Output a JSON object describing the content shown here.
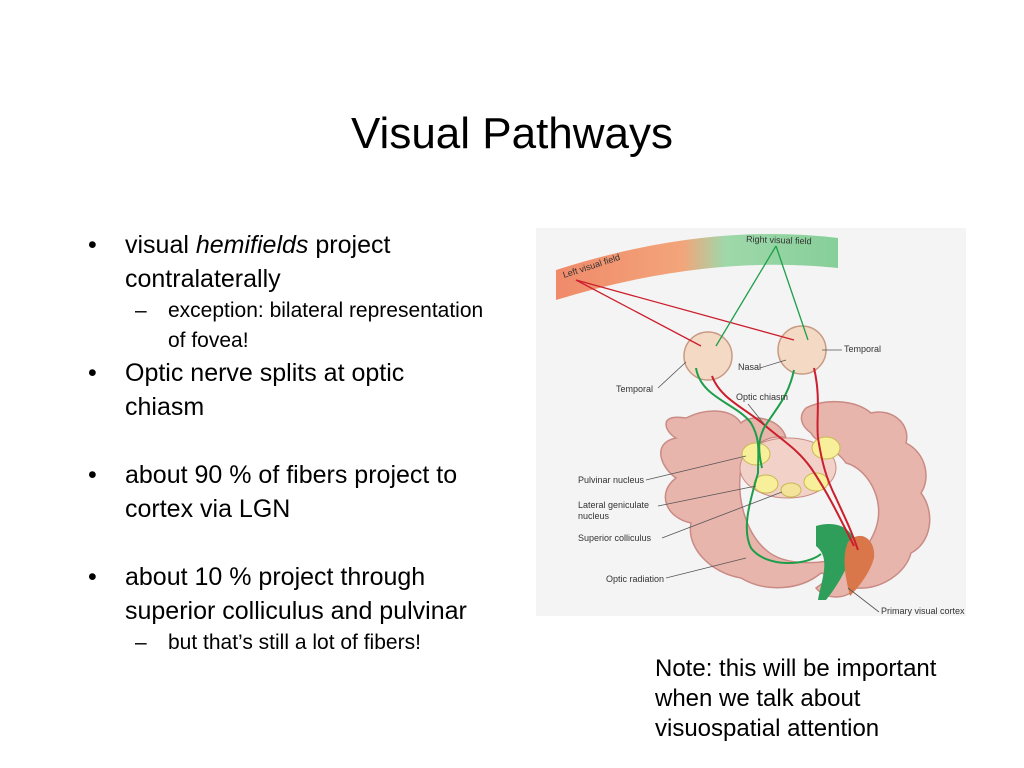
{
  "slide": {
    "title": "Visual Pathways",
    "bullets": {
      "b1_pre": "visual ",
      "b1_em": "hemifields",
      "b1_post": " project contralaterally",
      "b1_sub": "exception: bilateral representation of fovea!",
      "b2": "Optic nerve splits at optic chiasm",
      "b3": "about 90 % of fibers project to cortex via LGN",
      "b4": "about 10 % project through superior colliculus and pulvinar",
      "b4_sub": "but that’s still a lot of fibers!"
    },
    "note": "Note: this will be important when we talk about visuospatial attention"
  },
  "figure": {
    "left_visual_field": "Left visual field",
    "right_visual_field": "Right visual field",
    "nasal": "Nasal",
    "temporal_right": "Temporal",
    "temporal_left": "Temporal",
    "optic_chiasm": "Optic chiasm",
    "pulvinar_nucleus": "Pulvinar nucleus",
    "lgn_line1": "Lateral geniculate",
    "lgn_line2": "nucleus",
    "superior_colliculus": "Superior colliculus",
    "optic_radiation": "Optic radiation",
    "primary_visual_cortex": "Primary visual cortex",
    "colors": {
      "left_field": "#f08a6a",
      "right_field": "#8cd29e",
      "red_path": "#cc1f2e",
      "green_path": "#1e9e4a",
      "brain": "#e8b5ad"
    }
  }
}
